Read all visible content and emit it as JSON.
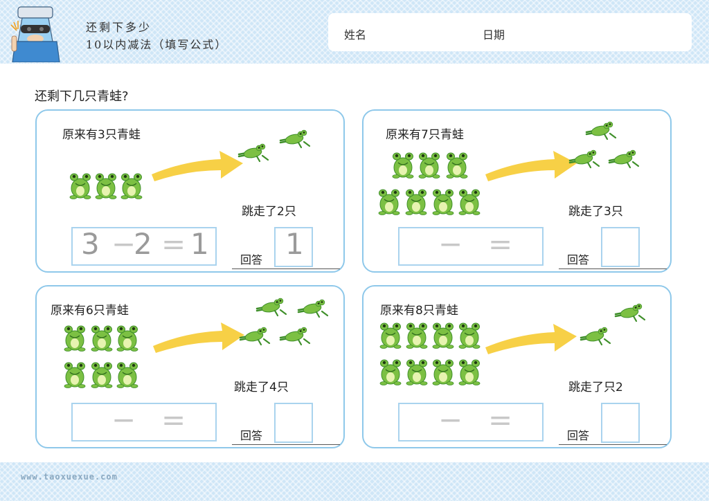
{
  "header": {
    "title_line1": "还剩下多少",
    "title_line2": "10以内减法（填写公式）",
    "name_label": "姓名",
    "date_label": "日期"
  },
  "question": "还剩下几只青蛙?",
  "panels": [
    {
      "label": "原来有3只青蛙",
      "jumped": "跳走了2只",
      "frogs_sitting": 3,
      "frogs_jumping": 2,
      "equation": {
        "a": "3",
        "op": "−",
        "b": "2",
        "eq": "=",
        "result": "1"
      },
      "answer_label": "回答",
      "answer": "1"
    },
    {
      "label": "原来有7只青蛙",
      "jumped": "跳走了3只",
      "frogs_sitting": 7,
      "frogs_jumping": 3,
      "equation": {
        "a": "",
        "op": "−",
        "b": "",
        "eq": "=",
        "result": ""
      },
      "answer_label": "回答",
      "answer": ""
    },
    {
      "label": "原来有6只青蛙",
      "jumped": "跳走了4只",
      "frogs_sitting": 6,
      "frogs_jumping": 4,
      "equation": {
        "a": "",
        "op": "−",
        "b": "",
        "eq": "=",
        "result": ""
      },
      "answer_label": "回答",
      "answer": ""
    },
    {
      "label": "原来有8只青蛙",
      "jumped": "跳走了只2",
      "frogs_sitting": 8,
      "frogs_jumping": 2,
      "equation": {
        "a": "",
        "op": "−",
        "b": "",
        "eq": "=",
        "result": ""
      },
      "answer_label": "回答",
      "answer": ""
    }
  ],
  "colors": {
    "frog_green": "#7cc043",
    "frog_dark": "#3f8f2a",
    "arrow_yellow": "#f7d046",
    "panel_border": "#8ec8ea",
    "box_border": "#a9d3ee",
    "hint_gray": "#9a9a9a",
    "band_blue": "#cfe6f7"
  },
  "footer": "www.taoxuexue.com"
}
